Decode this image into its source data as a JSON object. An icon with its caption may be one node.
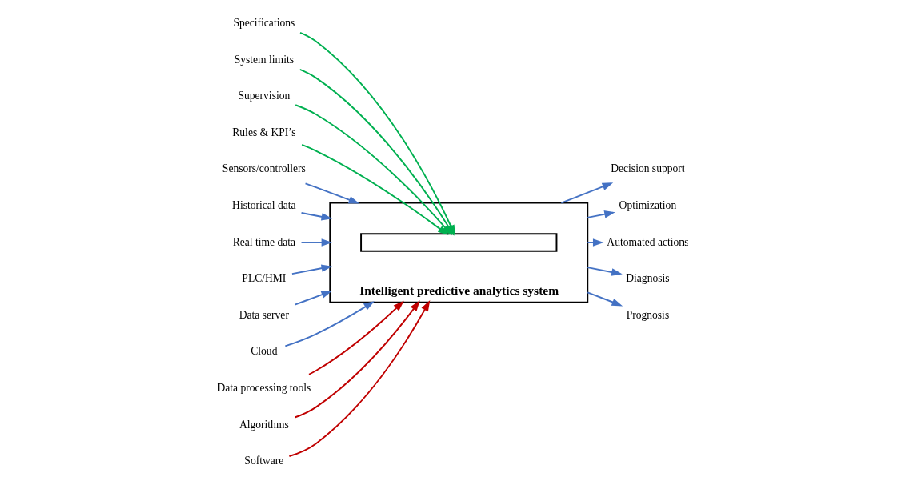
{
  "diagram": {
    "nodes": [
      {
        "text": [
          "Specifications"
        ]
      },
      {
        "text": [
          "System limits"
        ]
      },
      {
        "text": [
          "Supervision"
        ]
      },
      {
        "text": [
          "Rules & KPI’s"
        ]
      },
      {
        "text": [
          "Intelligent predictive analytics system"
        ]
      },
      {
        "text": [],
        "shape": "box",
        "in": 4
      },
      {
        "text": [
          "Sensors/controllers"
        ]
      },
      {
        "text": [
          "Historical data"
        ]
      },
      {
        "text": [
          "Real time data"
        ]
      },
      {
        "text": [
          "PLC/HMI"
        ]
      },
      {
        "text": [
          "Data server"
        ]
      },
      {
        "text": [
          "Cloud"
        ]
      },
      {
        "text": [
          "Decision support"
        ]
      },
      {
        "text": [
          "Optimization"
        ]
      },
      {
        "text": [
          "Automated actions"
        ]
      },
      {
        "text": [
          "Diagnosis"
        ]
      },
      {
        "text": [
          "Prognosis"
        ]
      },
      {
        "text": [
          "Data processing tools"
        ]
      },
      {
        "text": [
          "Algorithms"
        ]
      },
      {
        "text": [
          "Software"
        ]
      }
    ],
    "edges": [
      {
        "from": 0,
        "to": 5,
        "arrow": "to",
        "color": "#00b050"
      },
      {
        "from": 1,
        "to": 5,
        "arrow": "to",
        "color": "#00b050"
      },
      {
        "from": 2,
        "to": 5,
        "arrow": "to",
        "color": "#00b050"
      },
      {
        "from": 3,
        "to": 5,
        "arrow": "to",
        "color": "#00b050"
      },
      {
        "from": 6,
        "to": 4,
        "arrow": "to"
      },
      {
        "from": 7,
        "to": 4,
        "arrow": "to"
      },
      {
        "from": 8,
        "to": 4,
        "arrow": "to"
      },
      {
        "from": 9,
        "to": 4,
        "arrow": "to"
      },
      {
        "from": 10,
        "to": 4,
        "arrow": "to"
      },
      {
        "from": 11,
        "to": 4,
        "arrow": "to"
      },
      {
        "from": 4,
        "to": 12,
        "arrow": "to"
      },
      {
        "from": 4,
        "to": 13,
        "arrow": "to"
      },
      {
        "from": 4,
        "to": 14,
        "arrow": "to"
      },
      {
        "from": 4,
        "to": 15,
        "arrow": "to"
      },
      {
        "from": 4,
        "to": 16,
        "arrow": "to"
      },
      {
        "from": 17,
        "to": 4,
        "arrow": "to",
        "color": "#c00000"
      },
      {
        "from": 18,
        "to": 4,
        "arrow": "to",
        "color": "#c00000"
      },
      {
        "from": 19,
        "to": 4,
        "arrow": "to",
        "color": "#c00000"
      }
    ]
  }
}
